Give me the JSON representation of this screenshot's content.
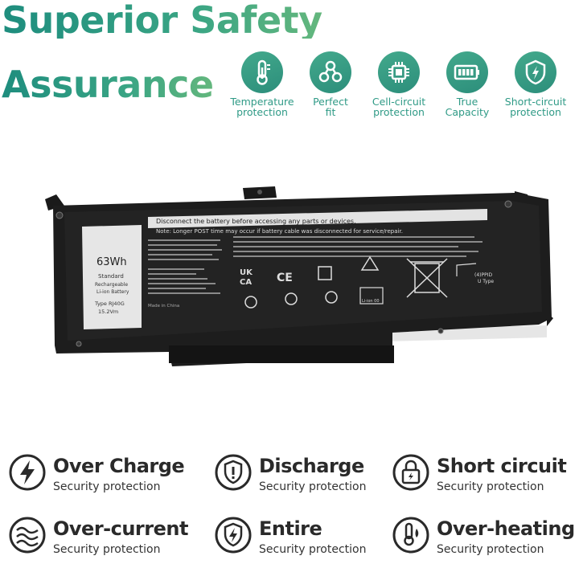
{
  "heading": {
    "line1": "Superior Safety",
    "line2": "Assurance"
  },
  "accent_color": "#2e947f",
  "features": [
    {
      "icon": "thermometer-icon",
      "label_1": "Temperature",
      "label_2": "protection"
    },
    {
      "icon": "molecule-icon",
      "label_1": "Perfect",
      "label_2": "fit"
    },
    {
      "icon": "chip-icon",
      "label_1": "Cell-circuit",
      "label_2": "protection"
    },
    {
      "icon": "battery-full-icon",
      "label_1": "True",
      "label_2": "Capacity"
    },
    {
      "icon": "lightning-shield-icon",
      "label_1": "Short-circuit",
      "label_2": "protection"
    }
  ],
  "battery_label": {
    "warning_1": "Disconnect the battery before accessing any parts or devices.",
    "warning_2": "Note: Longer POST time may occur if battery cable was disconnected for service/repair.",
    "capacity": "63Wh",
    "type_1": "Standard",
    "type_2": "Rechargeable",
    "type_3": "Li-ion Battery",
    "model": "Type RJ40G",
    "voltage": "15.2Vm",
    "ppid": "(4)PPID",
    "ppid_type": "U Type",
    "made_in": "Made in China",
    "cert_ukca_1": "UK",
    "cert_ukca_2": "CA",
    "cert_ce": "CE",
    "li_ion": "Li-ion 00"
  },
  "benefits": [
    {
      "icon": "lightning-charge-icon",
      "title": "Over Charge",
      "subtitle": "Security protection"
    },
    {
      "icon": "shield-alert-icon",
      "title": "Discharge",
      "subtitle": "Security protection"
    },
    {
      "icon": "lock-icon",
      "title": "Short circuit",
      "subtitle": "Security protection"
    },
    {
      "icon": "current-wave-icon",
      "title": "Over-current",
      "subtitle": "Security protection"
    },
    {
      "icon": "shield-bolt-icon",
      "title": "Entire",
      "subtitle": "Security protection"
    },
    {
      "icon": "thermo-flame-icon",
      "title": "Over-heating",
      "subtitle": "Security protection"
    }
  ]
}
